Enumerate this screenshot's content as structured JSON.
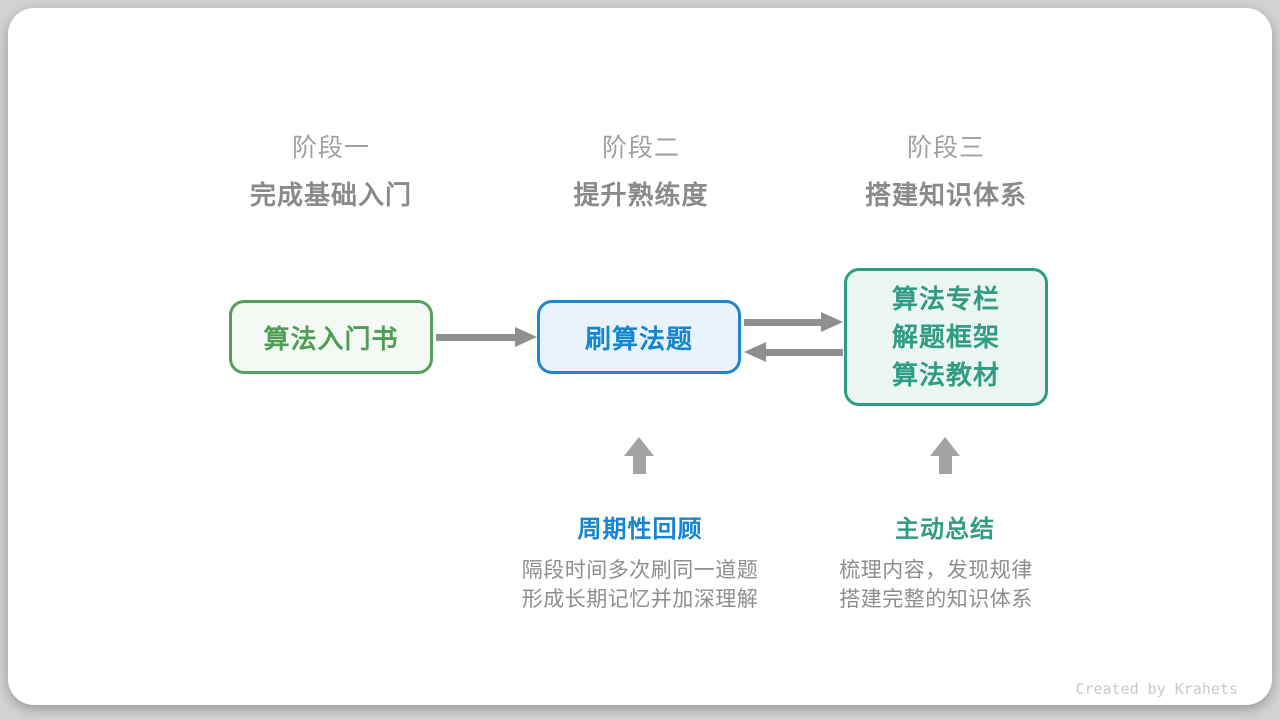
{
  "stages": [
    {
      "label": "阶段一",
      "subtitle": "完成基础入门"
    },
    {
      "label": "阶段二",
      "subtitle": "提升熟练度"
    },
    {
      "label": "阶段三",
      "subtitle": "搭建知识体系"
    }
  ],
  "flow": {
    "box1": {
      "label": "算法入门书"
    },
    "box2": {
      "label": "刷算法题"
    },
    "box3": {
      "lines": [
        "算法专栏",
        "解题框架",
        "算法教材"
      ]
    }
  },
  "annotations": {
    "review": {
      "title": "周期性回顾",
      "desc": [
        "隔段时间多次刷同一道题",
        "形成长期记忆并加深理解"
      ]
    },
    "summary": {
      "title": "主动总结",
      "desc": [
        "梳理内容，发现规律",
        "搭建完整的知识体系"
      ]
    }
  },
  "watermark": "Created by Krahets",
  "colors": {
    "green": "#4f9e55",
    "blue": "#1585d0",
    "teal": "#2f9c83",
    "arrow_gray": "#8f8f8f",
    "up_arrow_gray": "#a3a3a3",
    "heading_gray": "#8a8a8a"
  }
}
